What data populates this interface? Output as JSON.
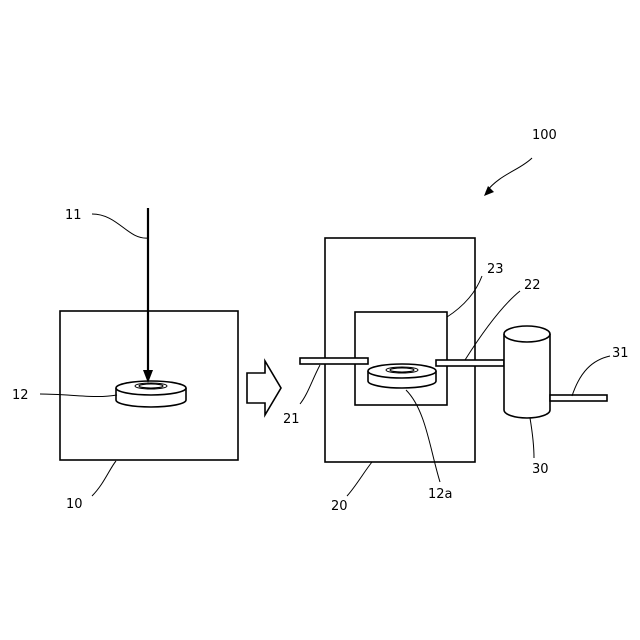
{
  "labels": {
    "system": "100",
    "beam": "11",
    "sample": "12",
    "first_chamber": "10",
    "second_chamber": "20",
    "left_rod": "21",
    "right_rod": "22",
    "inner_chamber": "23",
    "sample_processed": "12a",
    "cylinder": "30",
    "outlet_rod": "31"
  }
}
